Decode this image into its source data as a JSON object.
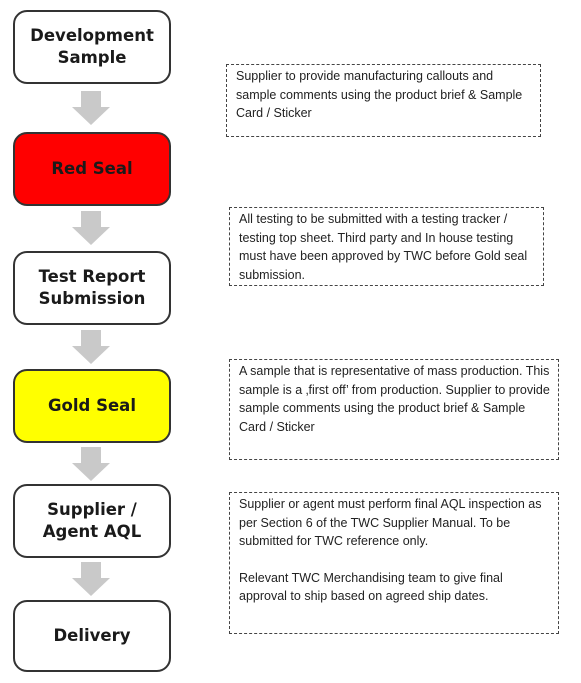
{
  "stages": [
    {
      "label": "Development\nSample",
      "color": "#ffffff"
    },
    {
      "label": "Red Seal",
      "color": "#ff0000"
    },
    {
      "label": "Test Report\nSubmission",
      "color": "#ffffff"
    },
    {
      "label": "Gold Seal",
      "color": "#ffff00"
    },
    {
      "label": "Supplier /\nAgent AQL",
      "color": "#ffffff"
    },
    {
      "label": "Delivery",
      "color": "#ffffff"
    }
  ],
  "notes": [
    {
      "paragraphs": [
        "Supplier to provide manufacturing callouts and sample comments using the product brief & Sample Card / Sticker"
      ]
    },
    {
      "paragraphs": [
        "All testing to be submitted with a testing tracker / testing top sheet. Third party and In house testing must have been approved by TWC before Gold seal submission."
      ]
    },
    {
      "paragraphs": [
        "A sample that is representative of mass production. This sample is a ‚first off’ from production.  Supplier to provide sample comments using the product brief & Sample Card / Sticker"
      ]
    },
    {
      "paragraphs": [
        "Supplier or agent must perform final AQL inspection as per Section 6 of the TWC Supplier Manual. To be submitted for TWC reference only.",
        "Relevant TWC Merchandising team to give final approval to ship based on agreed ship dates."
      ]
    }
  ]
}
